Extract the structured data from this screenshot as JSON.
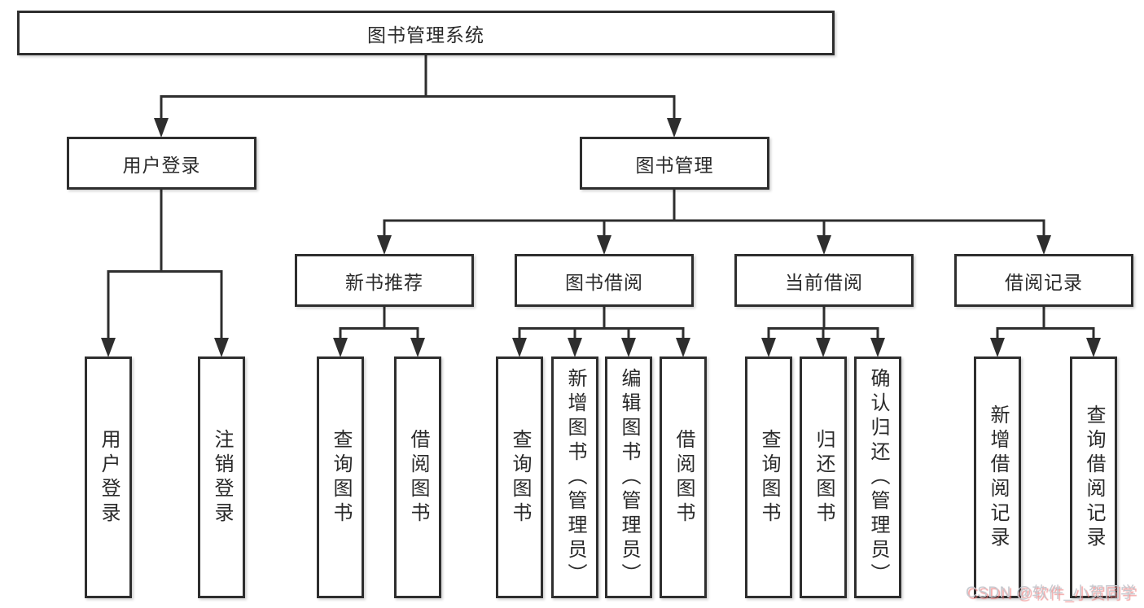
{
  "tree": {
    "root": {
      "label": "图书管理系统"
    },
    "branches": [
      {
        "label": "用户登录",
        "children": [
          {
            "label": "用户登录"
          },
          {
            "label": "注销登录"
          }
        ]
      },
      {
        "label": "图书管理",
        "groups": [
          {
            "label": "新书推荐",
            "children": [
              {
                "label": "查询图书"
              },
              {
                "label": "借阅图书"
              }
            ]
          },
          {
            "label": "图书借阅",
            "children": [
              {
                "label": "查询图书"
              },
              {
                "label": "新增图书（管理员）"
              },
              {
                "label": "编辑图书（管理员）"
              },
              {
                "label": "借阅图书"
              }
            ]
          },
          {
            "label": "当前借阅",
            "children": [
              {
                "label": "查询图书"
              },
              {
                "label": "归还图书"
              },
              {
                "label": "确认归还（管理员）"
              }
            ]
          },
          {
            "label": "借阅记录",
            "children": [
              {
                "label": "新增借阅记录"
              },
              {
                "label": "查询借阅记录"
              }
            ]
          }
        ]
      }
    ]
  },
  "watermark": {
    "text": "CSDN @软件_小贺同学"
  }
}
